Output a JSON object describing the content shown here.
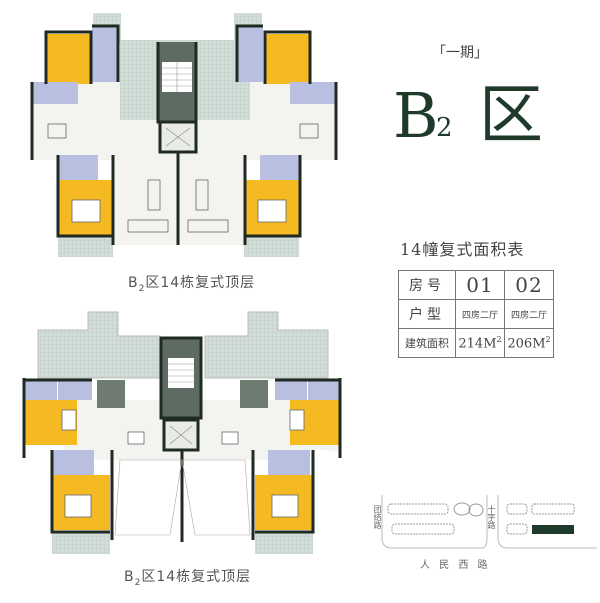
{
  "document": {
    "phase_label": "一期",
    "zone_title": {
      "letter": "B",
      "subscript": "2",
      "char": "区"
    },
    "captions": [
      {
        "text": "B",
        "sub": "2",
        "rest": "区14栋复式顶层"
      },
      {
        "text": "B",
        "sub": "2",
        "rest": "区14栋复式顶层"
      }
    ],
    "area_table": {
      "title": "14幢复式面积表",
      "rows": [
        {
          "header": "房号",
          "values": [
            "01",
            "02"
          ]
        },
        {
          "header": "户型",
          "values": [
            "四房二厅",
            "四房二厅"
          ]
        },
        {
          "header": "建筑面积",
          "values": [
            "214M",
            "206M"
          ],
          "unit_sup": "2"
        }
      ]
    },
    "site_plan": {
      "road_bottom": "人 民 西 路",
      "road_left": "团结路",
      "road_middle": "十字路"
    },
    "colors": {
      "bedroom": "#f5b922",
      "bath": "#b9bfe0",
      "terrace": "#cfdcd6",
      "stair": "#5e6b62",
      "wall": "#1e2a22",
      "floor": "#f4f5f0",
      "title": "#1f3a2a"
    }
  }
}
